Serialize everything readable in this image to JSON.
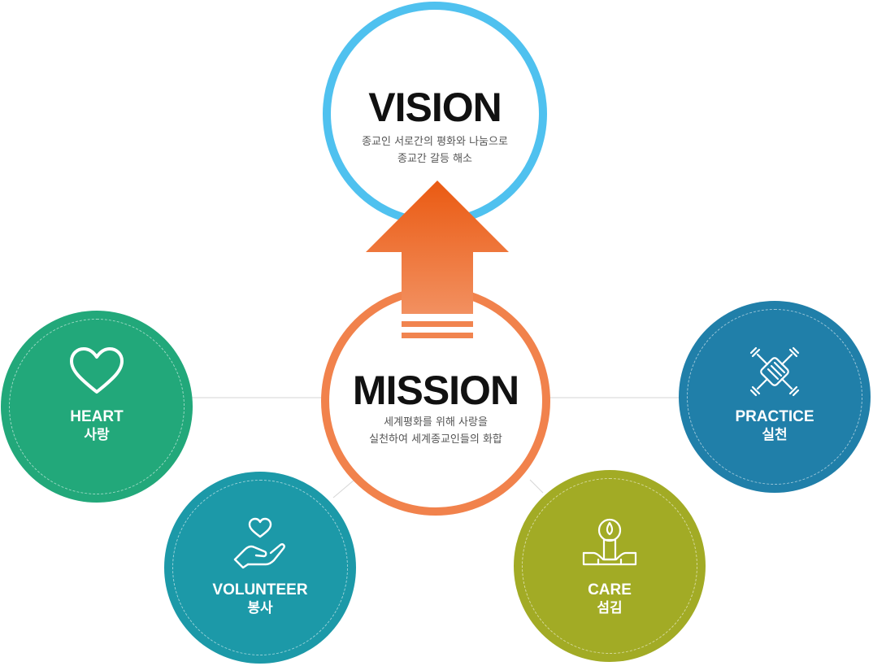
{
  "vision": {
    "title": "VISION",
    "line1": "종교인 서로간의 평화와 나눔으로",
    "line2": "종교간 갈등 해소",
    "color": "#4fc1ef"
  },
  "mission": {
    "title": "MISSION",
    "line1": "세계평화를 위해 사랑을",
    "line2": "실천하여 세계종교인들의 화합",
    "color": "#f1824c"
  },
  "arrow": {
    "color_top": "#ea5a12",
    "color_bottom": "#f29060"
  },
  "values": {
    "heart": {
      "en": "HEART",
      "ko": "사랑",
      "icon": "heart-outline-icon",
      "color": "#22a87a"
    },
    "volunteer": {
      "en": "VOLUNTEER",
      "ko": "봉사",
      "icon": "hand-heart-icon",
      "color": "#1c99a8"
    },
    "care": {
      "en": "CARE",
      "ko": "섬김",
      "icon": "candle-hands-icon",
      "color": "#a2ab25"
    },
    "practice": {
      "en": "PRACTICE",
      "ko": "실천",
      "icon": "stacked-hands-icon",
      "color": "#207fa9"
    }
  }
}
